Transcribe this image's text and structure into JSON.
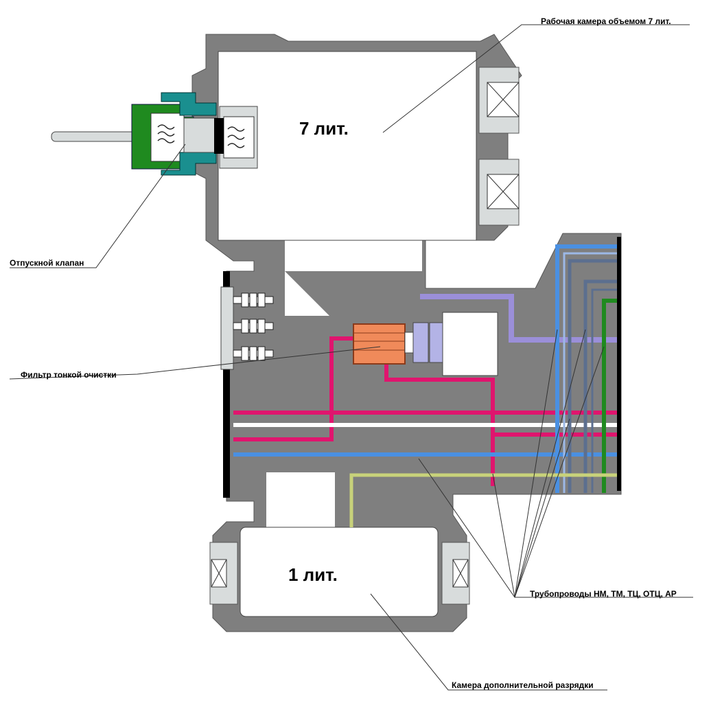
{
  "labels": {
    "working_chamber": "Рабочая камера объемом 7 лит.",
    "release_valve": "Отпускной клапан",
    "fine_filter": "Фильтр тонкой очистки",
    "pipelines": "Трубопроводы НМ, ТМ, ТЦ, ОТЦ, АР",
    "extra_chamber": "Камера дополнительной разрядки"
  },
  "volumes": {
    "large": "7 лит.",
    "small": "1 лит."
  },
  "colors": {
    "body": "#7f7f7f",
    "chamber": "#ffffff",
    "fitting": "#d8dcdc",
    "valve_green": "#1f8a1f",
    "valve_teal": "#1a8f8f",
    "filter": "#f08a5a",
    "pink": "#e0156e",
    "blue": "#4a90e2",
    "lavender": "#9b8fd9",
    "slate": "#5c6f8f",
    "green": "#1f8a1f",
    "olive": "#c8d27a",
    "black": "#000000"
  }
}
